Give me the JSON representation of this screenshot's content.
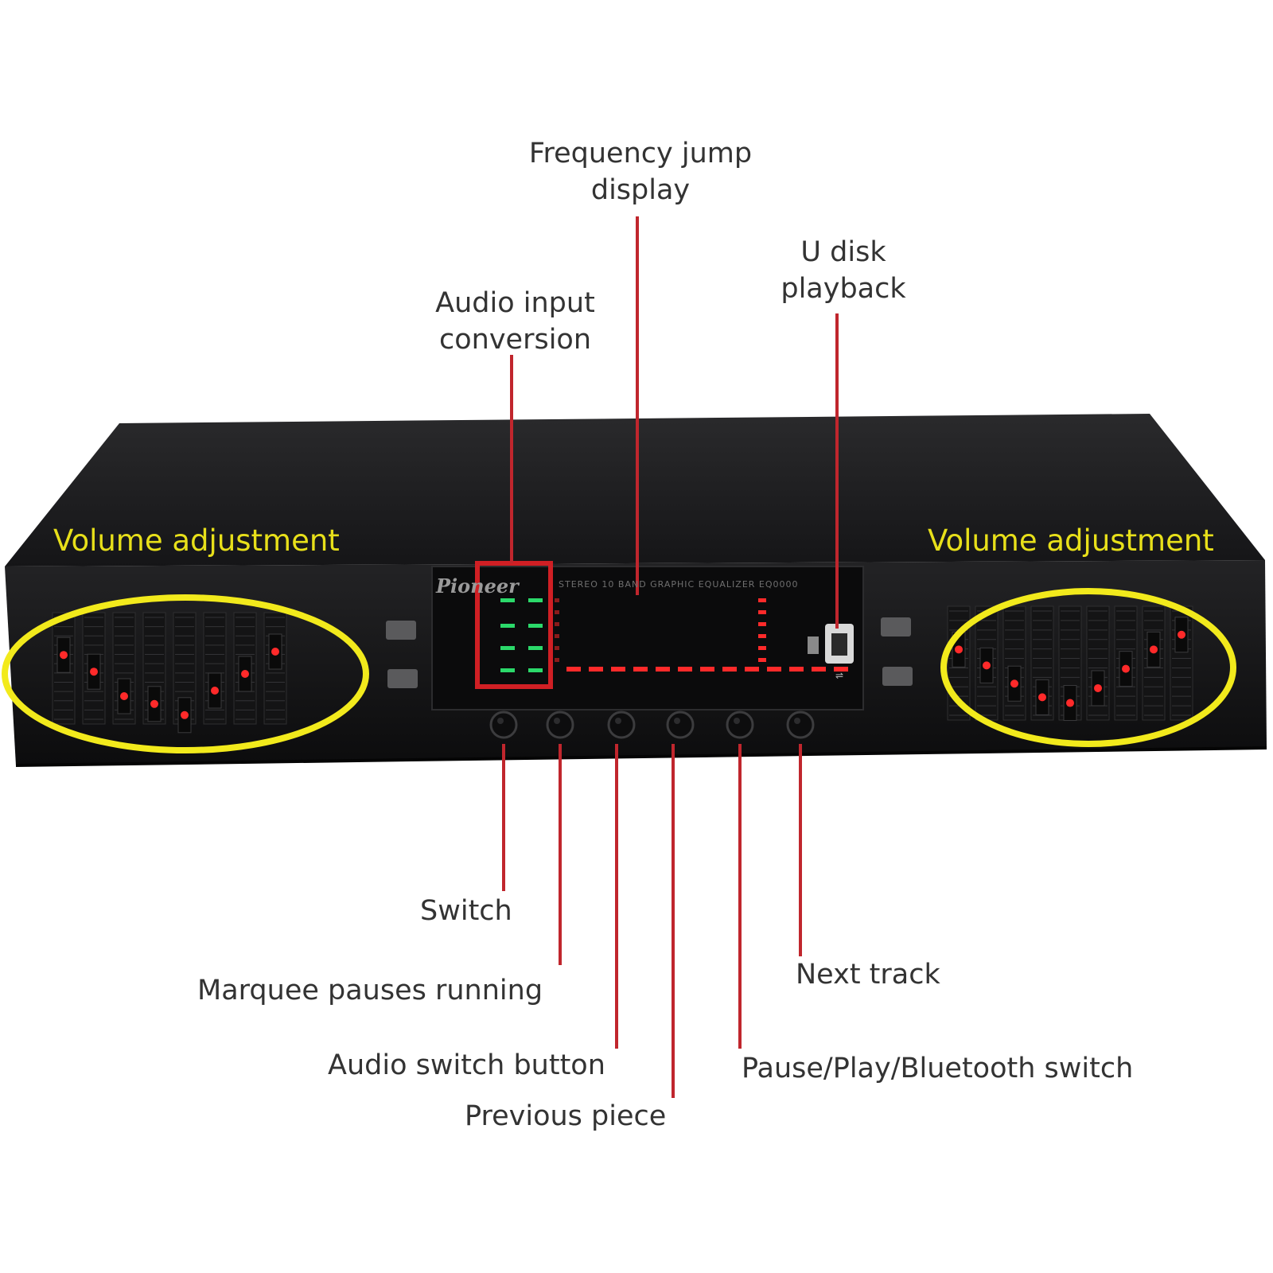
{
  "device": {
    "brand": "Pioneer",
    "model_text": "STEREO 10 BAND GRAPHIC EQUALIZER EQ0000"
  },
  "annotations": {
    "frequency_jump_display": [
      "Frequency jump",
      "display"
    ],
    "u_disk_playback": [
      "U disk",
      "playback"
    ],
    "audio_input_conversion": [
      "Audio input",
      "conversion"
    ],
    "volume_adjustment_left": "Volume adjustment",
    "volume_adjustment_right": "Volume adjustment",
    "switch": "Switch",
    "marquee_pauses_running": "Marquee pauses running",
    "audio_switch_button": "Audio switch button",
    "previous_piece": "Previous piece",
    "next_track": "Next track",
    "pause_play_bluetooth": "Pause/Play/Bluetooth switch"
  },
  "colors": {
    "leader_line": "#c0262d",
    "highlight_ellipse": "#f2ea1c",
    "highlight_box": "#d01f24",
    "chassis": "#1d1d1f",
    "led_red": "#ff2a2a",
    "led_green": "#2bd96a",
    "label_text": "#333333",
    "volume_label_text": "#e8e01a"
  },
  "sliders": {
    "left_levels": [
      0.62,
      0.47,
      0.25,
      0.18,
      0.08,
      0.3,
      0.45,
      0.65
    ],
    "right_levels": [
      0.62,
      0.48,
      0.32,
      0.2,
      0.15,
      0.28,
      0.45,
      0.62,
      0.75
    ]
  }
}
